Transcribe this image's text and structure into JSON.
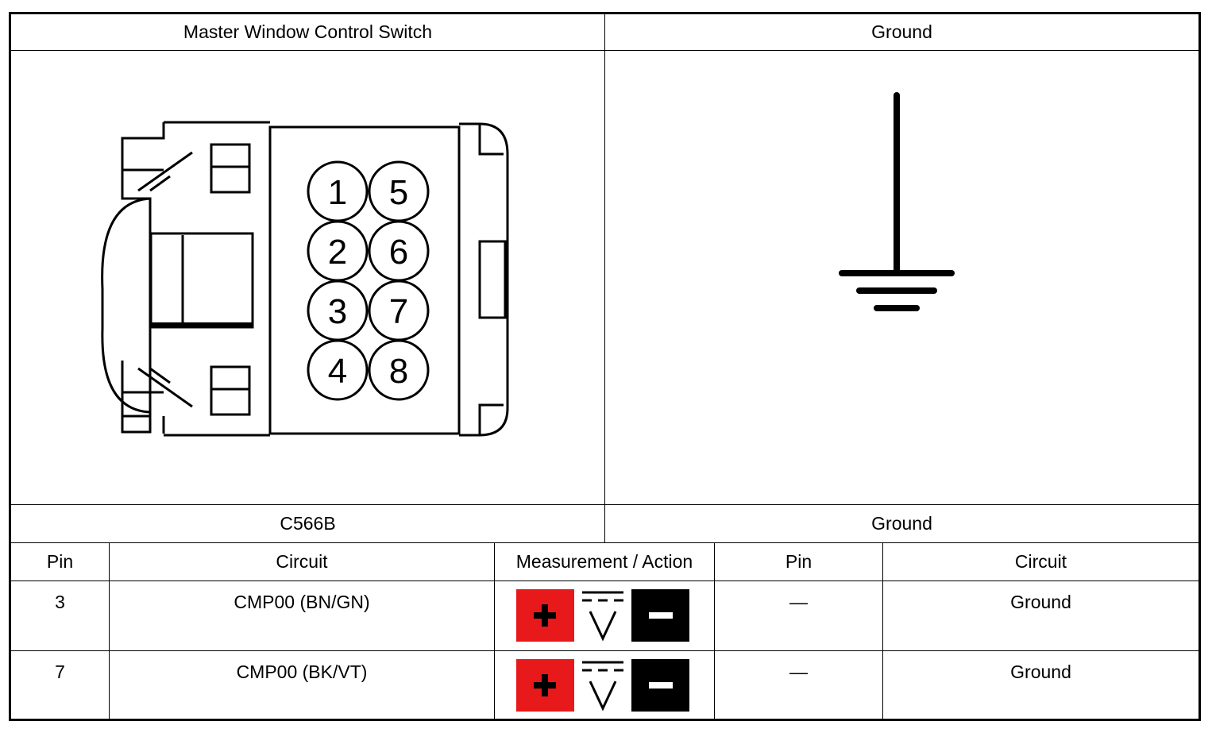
{
  "header": {
    "left_title": "Master Window Control Switch",
    "right_title": "Ground"
  },
  "connector": {
    "pins": [
      "1",
      "2",
      "3",
      "4",
      "5",
      "6",
      "7",
      "8"
    ],
    "id": "C566B"
  },
  "ground_label": "Ground",
  "table": {
    "columns": [
      "Pin",
      "Circuit",
      "Measurement / Action",
      "Pin",
      "Circuit"
    ],
    "rows": [
      {
        "pin": "3",
        "circuit": "CMP00 (BN/GN)",
        "measurement_icon": "dc-voltage-meter-icon",
        "pin2": "—",
        "circuit2": "Ground"
      },
      {
        "pin": "7",
        "circuit": "CMP00 (BK/VT)",
        "measurement_icon": "dc-voltage-meter-icon",
        "pin2": "—",
        "circuit2": "Ground"
      }
    ]
  },
  "colors": {
    "positive": "#e8191b",
    "negative": "#000000"
  }
}
